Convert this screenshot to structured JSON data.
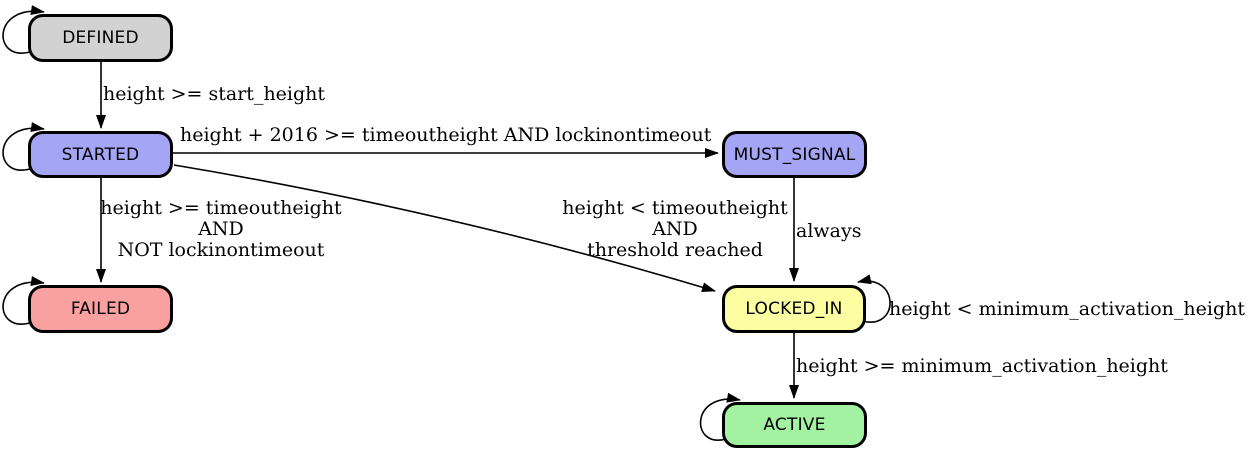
{
  "diagram": {
    "background": "#ffffff",
    "node_border_color": "#000000",
    "edge_color": "#000000"
  },
  "states": {
    "defined": {
      "label": "DEFINED",
      "fill": "#d2d2d2"
    },
    "started": {
      "label": "STARTED",
      "fill": "#a5a5f5"
    },
    "must_signal": {
      "label": "MUST_SIGNAL",
      "fill": "#a5a5f5"
    },
    "failed": {
      "label": "FAILED",
      "fill": "#f9a1a1"
    },
    "locked_in": {
      "label": "LOCKED_IN",
      "fill": "#fdfda2"
    },
    "active": {
      "label": "ACTIVE",
      "fill": "#a2f2a2"
    }
  },
  "transitions": {
    "defined_to_started": {
      "label": "height >= start_height"
    },
    "started_to_must_signal": {
      "label": "height + 2016 >= timeoutheight AND lockinontimeout"
    },
    "started_to_failed": {
      "lines": [
        "height >= timeoutheight",
        "AND",
        "NOT lockinontimeout"
      ]
    },
    "started_to_locked_in": {
      "lines": [
        "height < timeoutheight",
        "AND",
        "threshold reached"
      ]
    },
    "must_signal_to_locked_in": {
      "label": "always"
    },
    "locked_in_self": {
      "label": "height < minimum_activation_height"
    },
    "locked_in_to_active": {
      "label": "height >= minimum_activation_height"
    }
  }
}
